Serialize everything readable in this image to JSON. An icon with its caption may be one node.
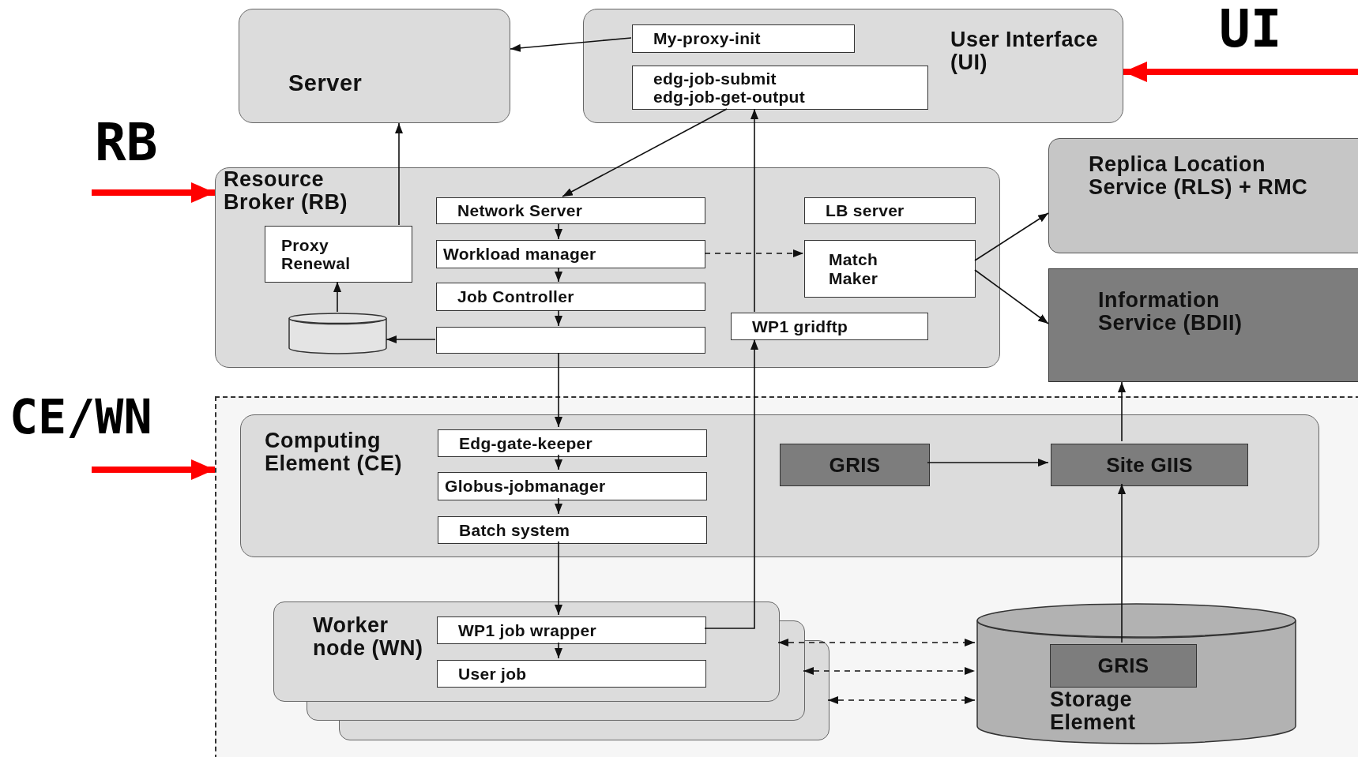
{
  "diagram": {
    "nodes": [
      {
        "text": [
          "User Interface (UI)"
        ]
      },
      {
        "text": [
          "My-proxy-init"
        ],
        "in": 0
      },
      {
        "text": [
          "edg-job-submit edg-job-get-output"
        ],
        "in": 0
      },
      {
        "text": [
          "Server"
        ]
      },
      {
        "text": [
          "Resource Broker (RB)"
        ]
      },
      {
        "text": [
          "Proxy Renewal"
        ],
        "in": 4
      },
      {
        "text": [
          "Network Server"
        ],
        "in": 4
      },
      {
        "text": [
          "LB server"
        ],
        "in": 4
      },
      {
        "text": [
          "Workload manager"
        ],
        "in": 4
      },
      {
        "text": [
          "Match Maker"
        ],
        "in": 4
      },
      {
        "text": [
          "Job Controller"
        ],
        "in": 4
      },
      {
        "text": [],
        "shape": "cylinder",
        "in": 4
      },
      {
        "text": [],
        "shape": "box",
        "in": 4
      },
      {
        "text": [
          "WP1 gridftp"
        ],
        "in": 4
      },
      {
        "text": [
          "Replica Location Service (RLS) + RMC"
        ]
      },
      {
        "text": [
          "Information Service (BDII)"
        ]
      },
      {
        "text": [],
        "shape": "box"
      },
      {
        "text": [
          "Computing Element (CE)"
        ],
        "in": 16
      },
      {
        "text": [
          "Edg-gate-keeper"
        ],
        "in": 17
      },
      {
        "text": [
          "Globus-jobmanager"
        ],
        "in": 17
      },
      {
        "text": [
          "Batch system"
        ],
        "in": 17
      },
      {
        "text": [
          "GRIS"
        ],
        "in": 17
      },
      {
        "text": [
          "Site GIIS"
        ],
        "in": 17
      },
      {
        "text": [
          "Worker node (WN)"
        ],
        "in": 16
      },
      {
        "text": [
          "WP1 job wrapper"
        ],
        "in": 23
      },
      {
        "text": [
          "User job"
        ],
        "in": 23
      },
      {
        "text": [
          "Storage Element"
        ],
        "in": 16
      },
      {
        "text": [
          "GRIS"
        ],
        "in": 26
      }
    ],
    "edges": [
      {
        "from": 1,
        "to": 3,
        "arrow": "to"
      },
      {
        "from": 2,
        "to": 6,
        "arrow": "to"
      },
      {
        "from": 6,
        "to": 8,
        "arrow": "to"
      },
      {
        "from": 8,
        "to": 10,
        "arrow": "to"
      },
      {
        "from": 10,
        "to": 12,
        "arrow": "to"
      },
      {
        "from": 8,
        "to": 9,
        "arrow": "to",
        "style": "dashed"
      },
      {
        "from": 12,
        "to": 11,
        "arrow": "to"
      },
      {
        "from": 11,
        "to": 5,
        "arrow": "to"
      },
      {
        "from": 5,
        "to": 3,
        "arrow": "to"
      },
      {
        "from": 13,
        "to": 2,
        "arrow": "to"
      },
      {
        "from": 24,
        "to": 13,
        "arrow": "to"
      },
      {
        "from": 9,
        "to": 14,
        "arrow": "to"
      },
      {
        "from": 9,
        "to": 15,
        "arrow": "to"
      },
      {
        "from": 12,
        "to": 18,
        "arrow": "to"
      },
      {
        "from": 18,
        "to": 19,
        "arrow": "to"
      },
      {
        "from": 19,
        "to": 20,
        "arrow": "to"
      },
      {
        "from": 20,
        "to": 24,
        "arrow": "to"
      },
      {
        "from": 24,
        "to": 25,
        "arrow": "to"
      },
      {
        "from": 21,
        "to": 22,
        "arrow": "to"
      },
      {
        "from": 22,
        "to": 15,
        "arrow": "to"
      },
      {
        "from": 27,
        "to": 22,
        "arrow": "to"
      },
      {
        "from": 23,
        "to": 26,
        "arrow": "both",
        "style": "dashed"
      },
      {
        "from": 23,
        "to": 26,
        "arrow": "both",
        "style": "dashed"
      },
      {
        "from": 23,
        "to": 26,
        "arrow": "both",
        "style": "dashed"
      },
      {
        "from": null,
        "to": 0,
        "arrow": "to",
        "style": "thick",
        "color": "#ff0000"
      },
      {
        "from": null,
        "to": 4,
        "arrow": "to",
        "style": "thick",
        "color": "#ff0000"
      },
      {
        "from": null,
        "to": 16,
        "arrow": "to",
        "style": "thick",
        "color": "#ff0000"
      }
    ],
    "labels": [
      "UI",
      "RB",
      "CE/WN"
    ]
  }
}
